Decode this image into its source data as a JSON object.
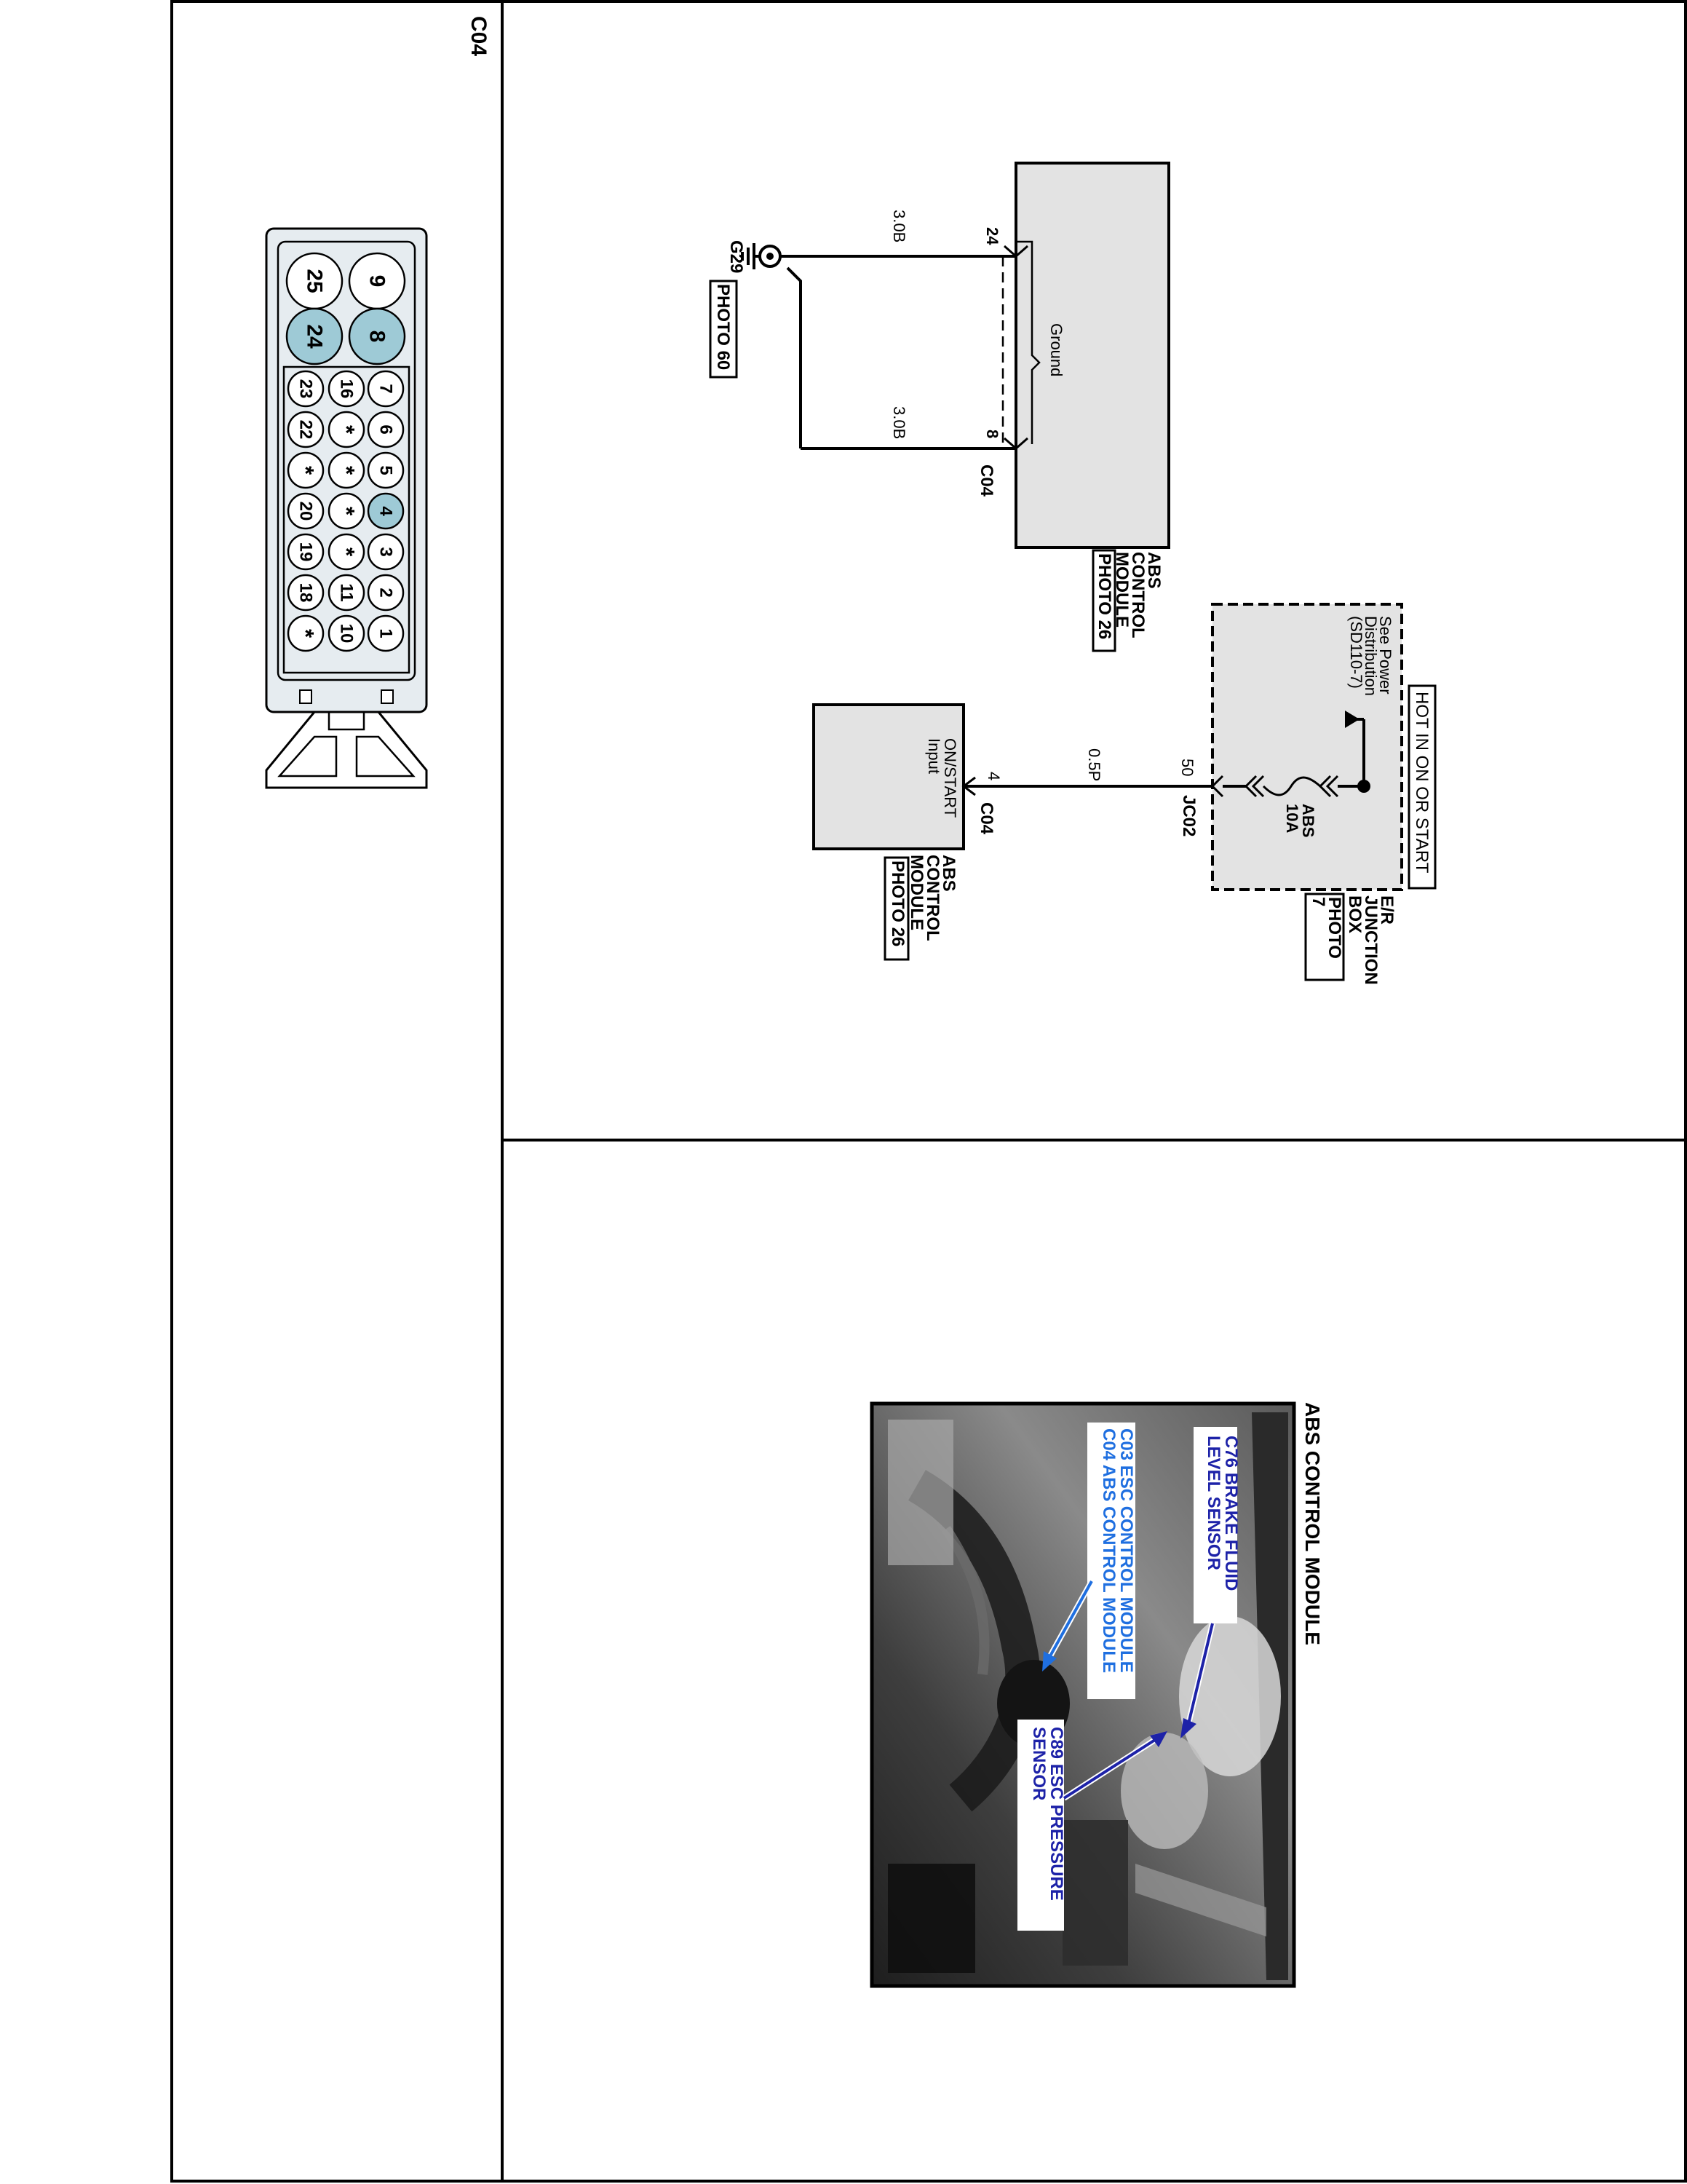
{
  "colors": {
    "line": "#000000",
    "module_fill": "#e3e3e3",
    "pin_highlight": "#9ecad6",
    "connector_fill": "#e6ecf0",
    "callout_dark": "#1d22a8",
    "callout_light": "#1f6fe0"
  },
  "connector_view": {
    "title": "C04",
    "pins_large": [
      "9",
      "8",
      "25",
      "24"
    ],
    "pins_row1": [
      "7",
      "6",
      "5",
      "4",
      "3",
      "2",
      "1"
    ],
    "pins_row2": [
      "16",
      "*",
      "*",
      "*",
      "*",
      "11",
      "10"
    ],
    "pins_row3": [
      "23",
      "22",
      "*",
      "20",
      "19",
      "18",
      "*"
    ],
    "highlighted_pins": [
      "8",
      "24",
      "4"
    ]
  },
  "schematic": {
    "abs_module_top": {
      "label_lines": [
        "ABS",
        "CONTROL",
        "MODULE"
      ],
      "photo": "PHOTO 26",
      "internal": "Ground",
      "connector": "C04",
      "pin_a": "24",
      "pin_b": "8",
      "wire_a": "3.0B",
      "wire_b": "3.0B"
    },
    "ground": {
      "name": "G29",
      "photo": "PHOTO 60"
    },
    "junction_box": {
      "hot_label": "HOT IN ON OR START",
      "see_lines": [
        "See Power",
        "Distribution",
        "(SD110-7)"
      ],
      "fuse_lines": [
        "ABS",
        "10A"
      ],
      "label_lines": [
        "E/R",
        "JUNCTION",
        "BOX"
      ],
      "photo_lines": [
        "PHOTO",
        "7"
      ],
      "pin": "50",
      "connector": "JC02"
    },
    "wire_mid": "0.5P",
    "abs_module_bottom": {
      "input_lines": [
        "ON/START",
        "Input"
      ],
      "pin": "4",
      "connector": "C04",
      "label_lines": [
        "ABS",
        "CONTROL",
        "MODULE"
      ],
      "photo": "PHOTO 26"
    }
  },
  "photo_panel": {
    "title": "ABS CONTROL MODULE",
    "callouts": {
      "c76": [
        "C76 BRAKE FLUID",
        "LEVEL SENSOR"
      ],
      "c03_c04": [
        "C03 ESC CONTROL MODULE",
        "C04 ABS CONTROL MODULE"
      ],
      "c89": [
        "C89 ESC PRESSURE",
        "SENSOR"
      ]
    }
  }
}
